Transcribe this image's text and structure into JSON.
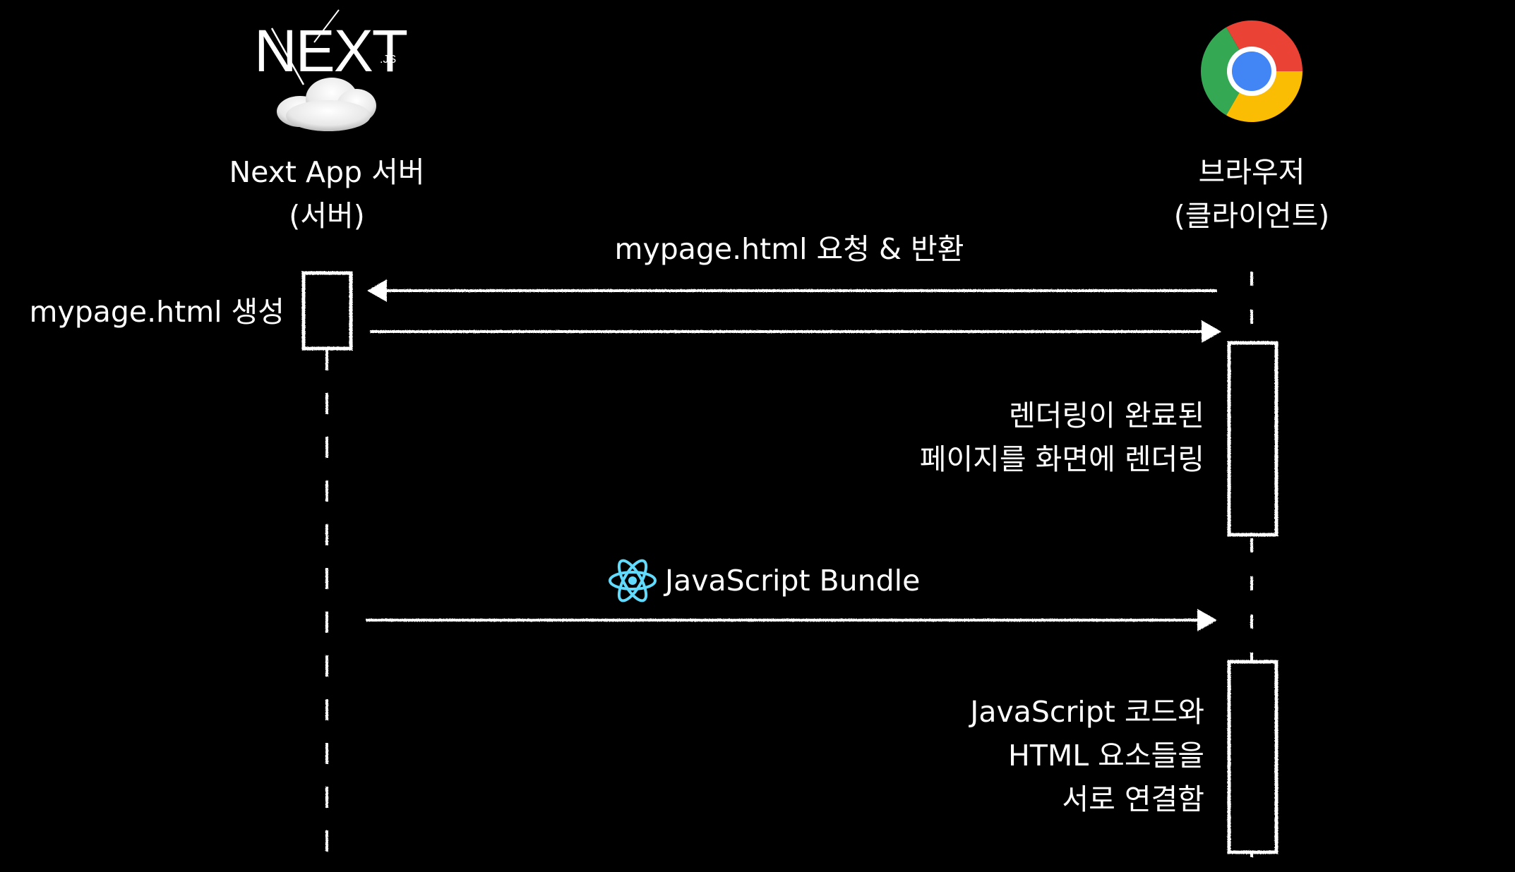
{
  "participants": {
    "server": {
      "logo_text": "NEXT",
      "logo_suffix": ".JS",
      "logo_icon": "nextjs-cloud-icon",
      "name_line1": "Next App 서버",
      "name_line2": "(서버)"
    },
    "browser": {
      "logo_icon": "chrome-icon",
      "name_line1": "브라우저",
      "name_line2": "(클라이언트)"
    }
  },
  "messages": {
    "request_response": "mypage.html 요청 & 반환",
    "js_bundle": "JavaScript Bundle",
    "js_bundle_icon": "react-icon"
  },
  "notes": {
    "server_generate": "mypage.html 생성",
    "render_line1": "렌더링이 완료된",
    "render_line2": "페이지를 화면에 렌더링",
    "hydrate_line1": "JavaScript 코드와",
    "hydrate_line2": "HTML 요소들을",
    "hydrate_line3": "서로 연결함"
  },
  "colors": {
    "background": "#000000",
    "foreground": "#ffffff",
    "react": "#61dafb",
    "chrome_red": "#ea4335",
    "chrome_yellow": "#fbbc04",
    "chrome_green": "#34a853",
    "chrome_blue": "#4285f4"
  }
}
